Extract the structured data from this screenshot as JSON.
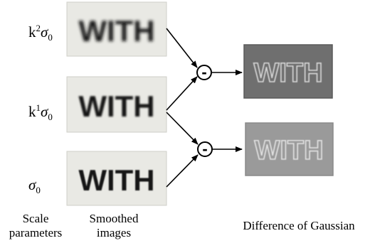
{
  "scale_parameters": [
    {
      "prefix": "k",
      "superscript": "2",
      "symbol": "σ",
      "subscript": "0"
    },
    {
      "prefix": "k",
      "superscript": "1",
      "symbol": "σ",
      "subscript": "0"
    },
    {
      "prefix": "",
      "superscript": "",
      "symbol": "σ",
      "subscript": "0"
    }
  ],
  "image_word": "WITH",
  "subtract_symbol": "-",
  "captions": {
    "scale": [
      "Scale",
      "parameters"
    ],
    "smoothed": [
      "Smoothed",
      "images"
    ],
    "dog": "Difference of Gaussian"
  },
  "colors": {
    "smoothed_bg": "#e9e9e4",
    "text_dark": "#111111",
    "dog1_bg": "#6f6f6f",
    "dog2_bg": "#9a9a9a",
    "dog_text": "#cfcfcf"
  }
}
